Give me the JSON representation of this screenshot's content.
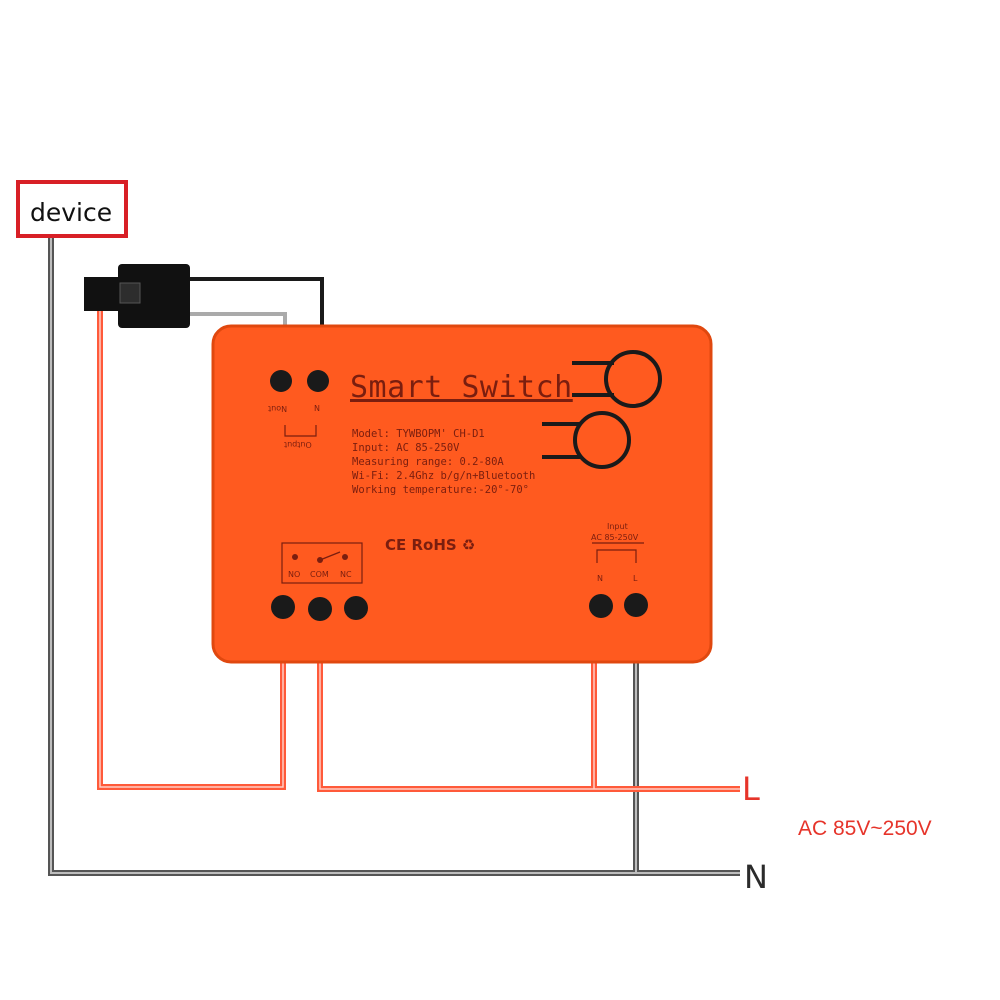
{
  "device": {
    "label": "device"
  },
  "module": {
    "title": "Smart Switch",
    "specs": [
      "Model: TYWBOPM' CH-D1",
      "Input: AC 85-250V",
      "Measuring range: 0.2-80A",
      "Wi-Fi: 2.4Ghz b/g/n+Bluetooth",
      "Working temperature:-20°-70°"
    ],
    "certifications": "CE RoHS ♻",
    "top_terminals": {
      "left": "Nout",
      "right": "N",
      "caption": "Output"
    },
    "relay_terminals": [
      "NO",
      "COM",
      "NC"
    ],
    "input_block": {
      "title": "Input",
      "range": "AC 85-250V",
      "n": "N",
      "l": "L"
    }
  },
  "lines": {
    "live": "L",
    "neutral": "N",
    "voltage": "AC 85V~250V"
  },
  "colors": {
    "module_body": "#ff5a1f",
    "live_wire": "#ff5a3a",
    "neutral_wire": "#555555",
    "device_border": "#d81f26",
    "text_red": "#e6342a"
  }
}
